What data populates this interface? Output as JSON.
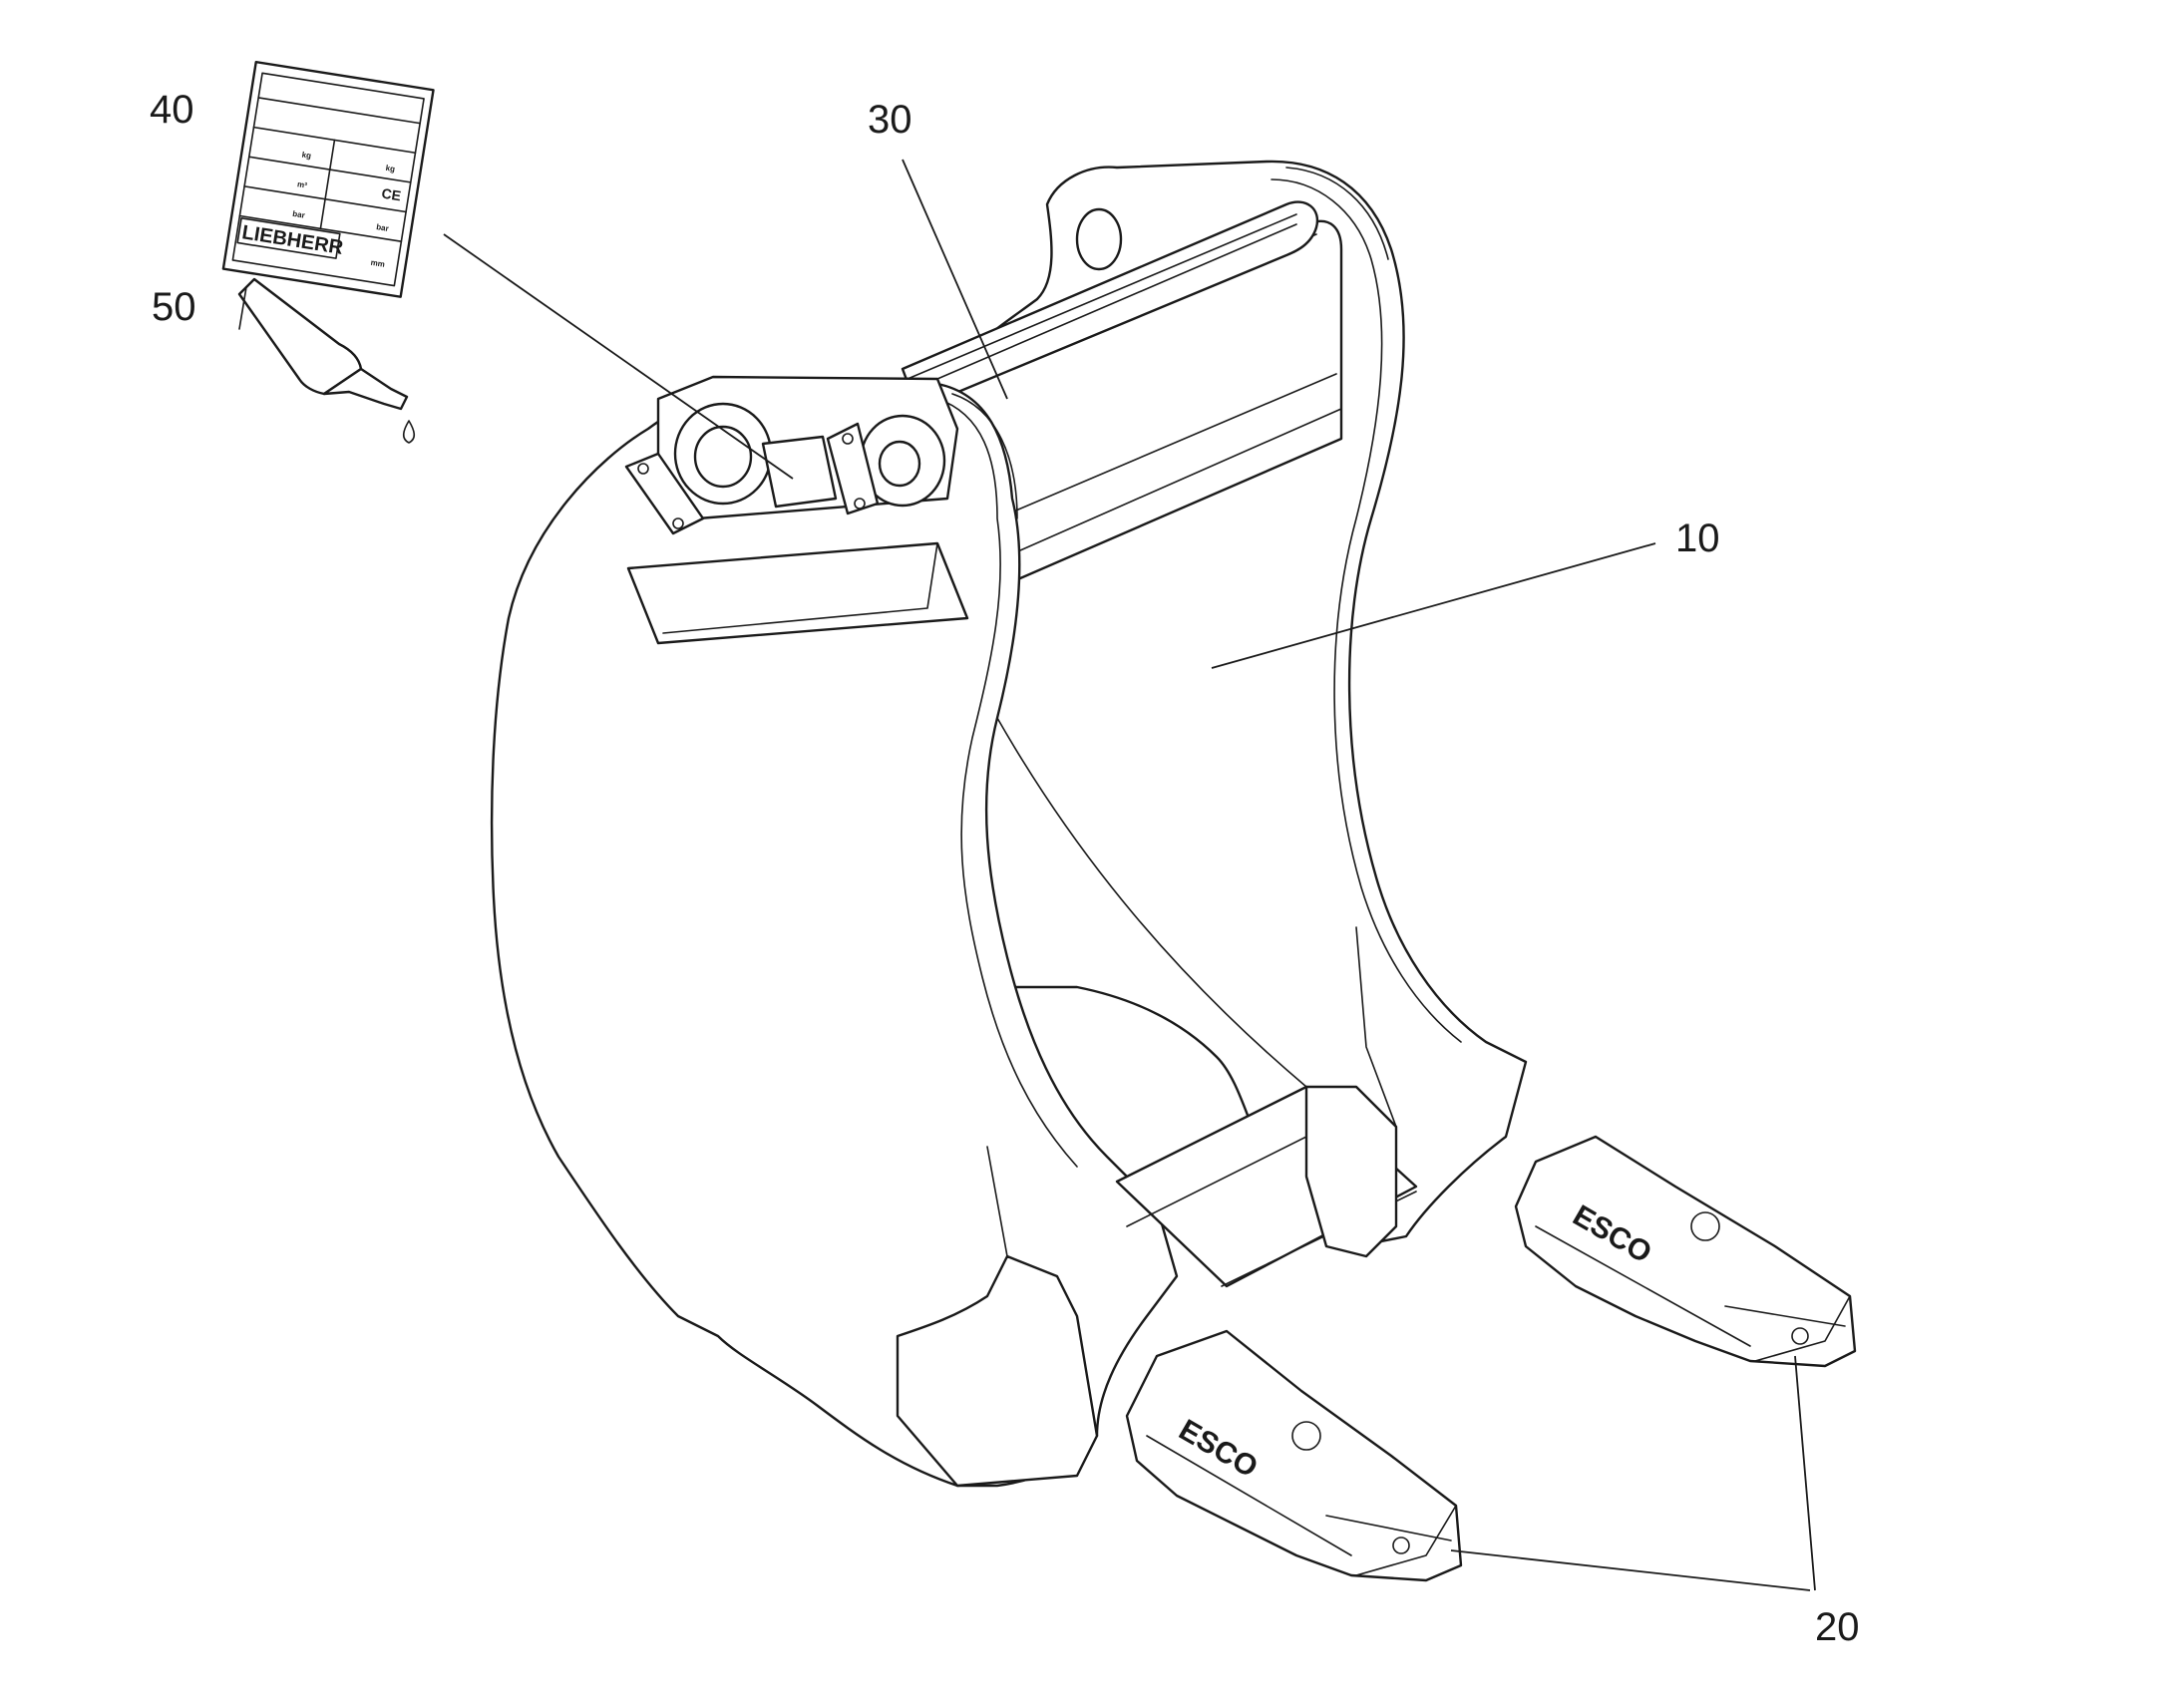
{
  "figure": {
    "callouts": [
      {
        "id": "40",
        "text": "40"
      },
      {
        "id": "50",
        "text": "50"
      },
      {
        "id": "30",
        "text": "30"
      },
      {
        "id": "10",
        "text": "10"
      },
      {
        "id": "20",
        "text": "20"
      }
    ],
    "parts": [
      {
        "callout": "10",
        "name": "bucket-body"
      },
      {
        "callout": "20",
        "name": "bucket-teeth"
      },
      {
        "callout": "30",
        "name": "cross-tube"
      },
      {
        "callout": "40",
        "name": "type-plate"
      },
      {
        "callout": "50",
        "name": "grease-tube"
      }
    ],
    "plate": {
      "brand": "LIEBHERR",
      "mark": "CE",
      "units": [
        "kg",
        "m³",
        "bar",
        "kg",
        "bar",
        "mm"
      ]
    },
    "tooth_brand": "ESCO"
  }
}
